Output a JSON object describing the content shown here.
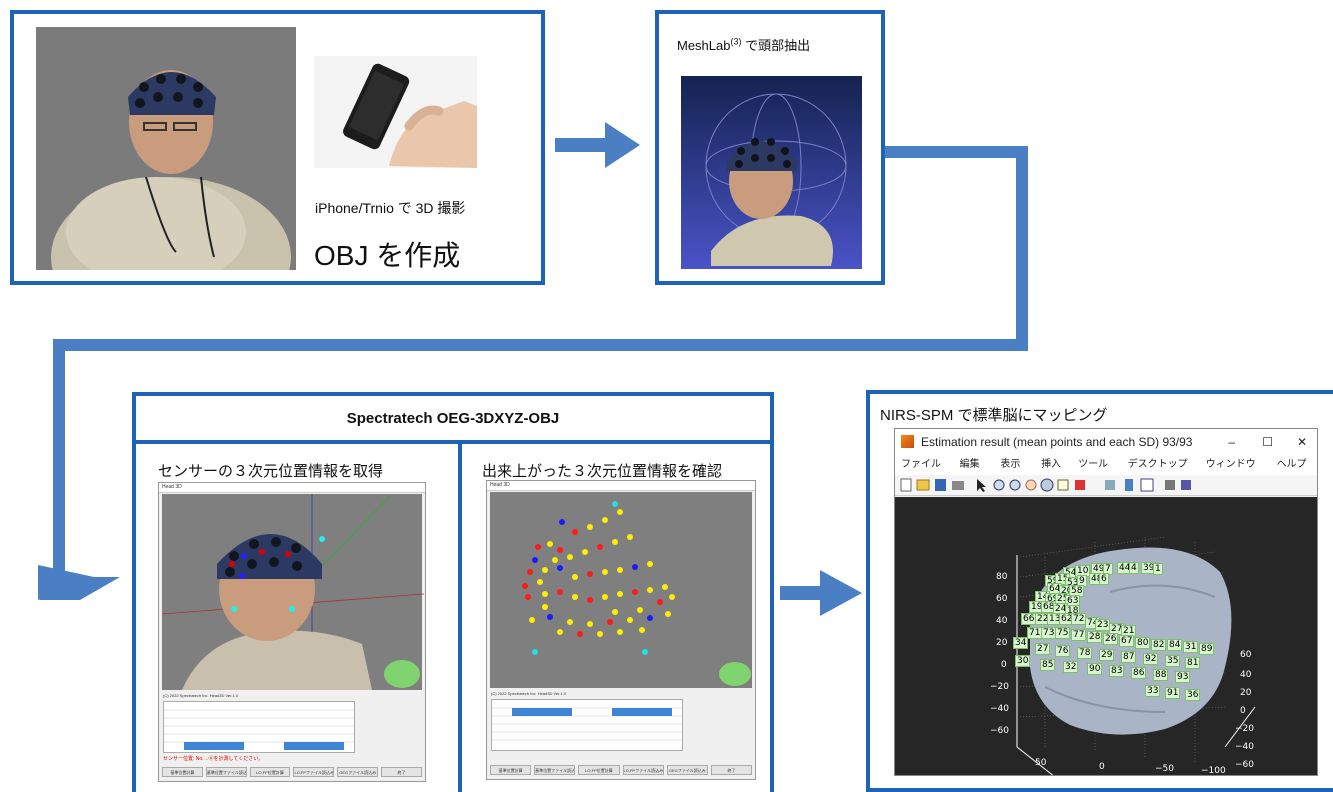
{
  "panel1": {
    "caption_3d": "iPhone/Trnio で 3D 撮影",
    "caption_obj": "OBJ を作成"
  },
  "panel2": {
    "title_main": "MeshLab",
    "title_sup": "(3)",
    "title_rest": " で頭部抽出"
  },
  "panel3": {
    "title": "Spectratech OEG-3DXYZ-OBJ",
    "left_caption": "センサーの３次元位置情報を取得",
    "right_caption": "出来上がった３次元位置情報を確認",
    "window_title": "Head 3D",
    "copyright": "(C) 2022 Spectratech Inc. Head3D Ver.1.0",
    "left_buttons": [
      "基準位置計算",
      "基準位置ファイル読込み",
      "LO,FP位置計算",
      "LO,FPファイル読込み",
      "OEGファイル読込み",
      "終了"
    ],
    "right_buttons": [
      "基準位置計算",
      "基準位置ファイル読込み",
      "LO,FP位置計算",
      "LO,FPファイル読込み",
      "OEGファイル読込み",
      "終了"
    ],
    "status_text": "センサー位置: No.→Ⓐを計測してください。"
  },
  "panel4": {
    "title": "NIRS-SPM で標準脳にマッピング",
    "window_title": "Estimation result (mean points and each SD) 93/93",
    "menu": [
      "ファイル(F)",
      "編集(E)",
      "表示(V)",
      "挿入(I)",
      "ツール(T)",
      "デスクトップ(D)",
      "ウィンドウ(W)",
      "ヘルプ(H)"
    ],
    "z_ticks": [
      "80",
      "60",
      "40",
      "20",
      "0",
      "−20",
      "−40",
      "−60"
    ],
    "y_ticks": [
      "60",
      "40",
      "20",
      "0",
      "−20",
      "−40",
      "−60"
    ],
    "x_ticks": [
      "50",
      "0",
      "−50",
      "−100"
    ],
    "channel_labels": [
      "54",
      "10",
      "49",
      "7",
      "44",
      "4",
      "39",
      "1",
      "59",
      "15",
      "53",
      "9",
      "48",
      "6",
      "64",
      "20",
      "58",
      "14",
      "69",
      "25",
      "63",
      "19",
      "68",
      "24",
      "18",
      "66",
      "22",
      "13",
      "62",
      "72",
      "74",
      "23",
      "27",
      "21",
      "71",
      "73",
      "75",
      "77",
      "28",
      "26",
      "67",
      "80",
      "82",
      "84",
      "31",
      "89",
      "34",
      "27",
      "76",
      "78",
      "29",
      "87",
      "92",
      "35",
      "81",
      "30",
      "85",
      "32",
      "90",
      "83",
      "86",
      "88",
      "93",
      "33",
      "91",
      "36"
    ],
    "window_controls": [
      "–",
      "☐",
      "✕"
    ]
  },
  "colors": {
    "panel_border": "#1f63b8",
    "arrow": "#4a7fc4",
    "label_bg": "#d6f5cd"
  }
}
